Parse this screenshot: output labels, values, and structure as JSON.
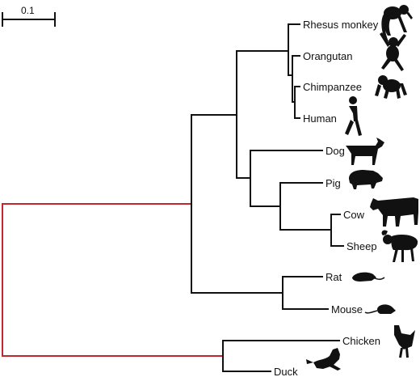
{
  "scale_bar": {
    "label": "0.1"
  },
  "colors": {
    "root_branch": "#c0282d",
    "branch": "#111111",
    "silhouette": "#111111"
  },
  "leaves": [
    {
      "label": "Rhesus monkey",
      "icon": "monkey-icon"
    },
    {
      "label": "Orangutan",
      "icon": "orangutan-icon"
    },
    {
      "label": "Chimpanzee",
      "icon": "chimpanzee-icon"
    },
    {
      "label": "Human",
      "icon": "human-icon"
    },
    {
      "label": "Dog",
      "icon": "dog-icon"
    },
    {
      "label": "Pig",
      "icon": "pig-icon"
    },
    {
      "label": "Cow",
      "icon": "cow-icon"
    },
    {
      "label": "Sheep",
      "icon": "sheep-icon"
    },
    {
      "label": "Rat",
      "icon": "rat-icon"
    },
    {
      "label": "Mouse",
      "icon": "mouse-icon"
    },
    {
      "label": "Chicken",
      "icon": "chicken-icon"
    },
    {
      "label": "Duck",
      "icon": "duck-icon"
    }
  ]
}
